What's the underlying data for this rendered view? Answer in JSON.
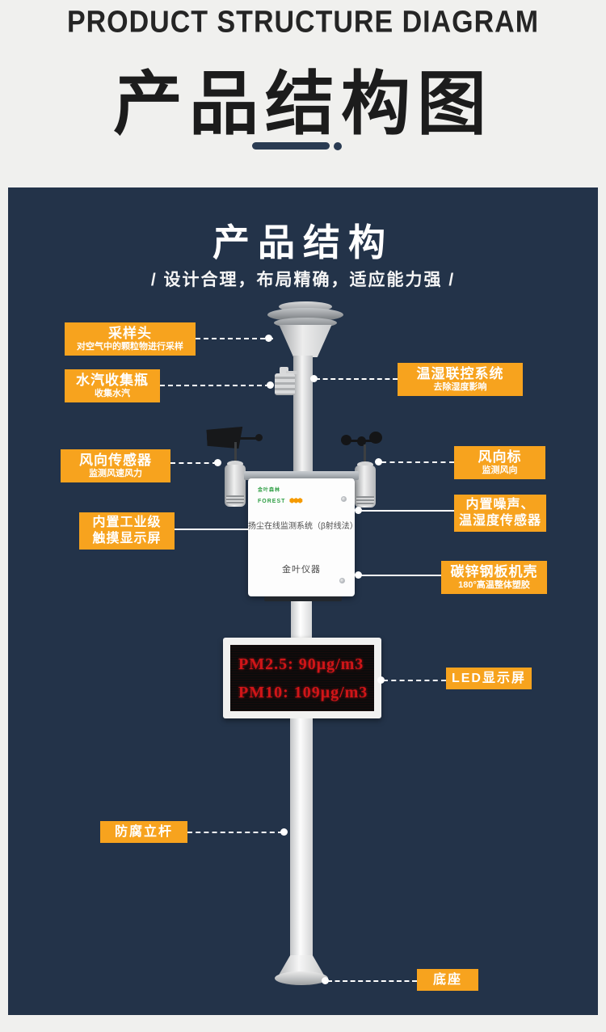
{
  "header": {
    "en_title": "PRODUCT STRUCTURE DIAGRAM",
    "cn_title": "产品结构图"
  },
  "panel": {
    "title": "产品结构",
    "subtitle": "/ 设计合理，布局精确，适应能力强 /"
  },
  "labels": {
    "sampling_head": {
      "title": "采样头",
      "subtitle": "对空气中的颗粒物进行采样"
    },
    "water_bottle": {
      "title": "水汽收集瓶",
      "subtitle": "收集水汽"
    },
    "wind_sensor": {
      "title": "风向传感器",
      "subtitle": "监测风速风力"
    },
    "touch_screen": {
      "line1": "内置工业级",
      "line2": "触摸显示屏"
    },
    "anticorrosion_pole": {
      "title": "防腐立杆"
    },
    "humidity_control": {
      "title": "温湿联控系统",
      "subtitle": "去除湿度影响"
    },
    "wind_vane": {
      "title": "风向标",
      "subtitle": "监测风向"
    },
    "noise_sensor": {
      "line1": "内置噪声、",
      "line2": "温湿度传感器"
    },
    "steel_shell": {
      "title": "碳锌钢板机壳",
      "subtitle": "180°高温整体塑胶"
    },
    "led_screen": {
      "title": "LED显示屏"
    },
    "base": {
      "title": "底座"
    }
  },
  "device": {
    "brand_line1": "金叶森林",
    "brand_line2": "FOREST",
    "hex_icon": "⬢⬢⬢",
    "box_title": "扬尘在线监测系统（β射线法）",
    "box_brand": "金叶仪器",
    "led_line1": "PM2.5: 90μg/m3",
    "led_line2": "PM10: 109μg/m3"
  },
  "colors": {
    "accent_orange": "#F7A31E",
    "panel_navy": "#233349",
    "led_red": "#D01518",
    "logo_green": "#2E9E44"
  }
}
